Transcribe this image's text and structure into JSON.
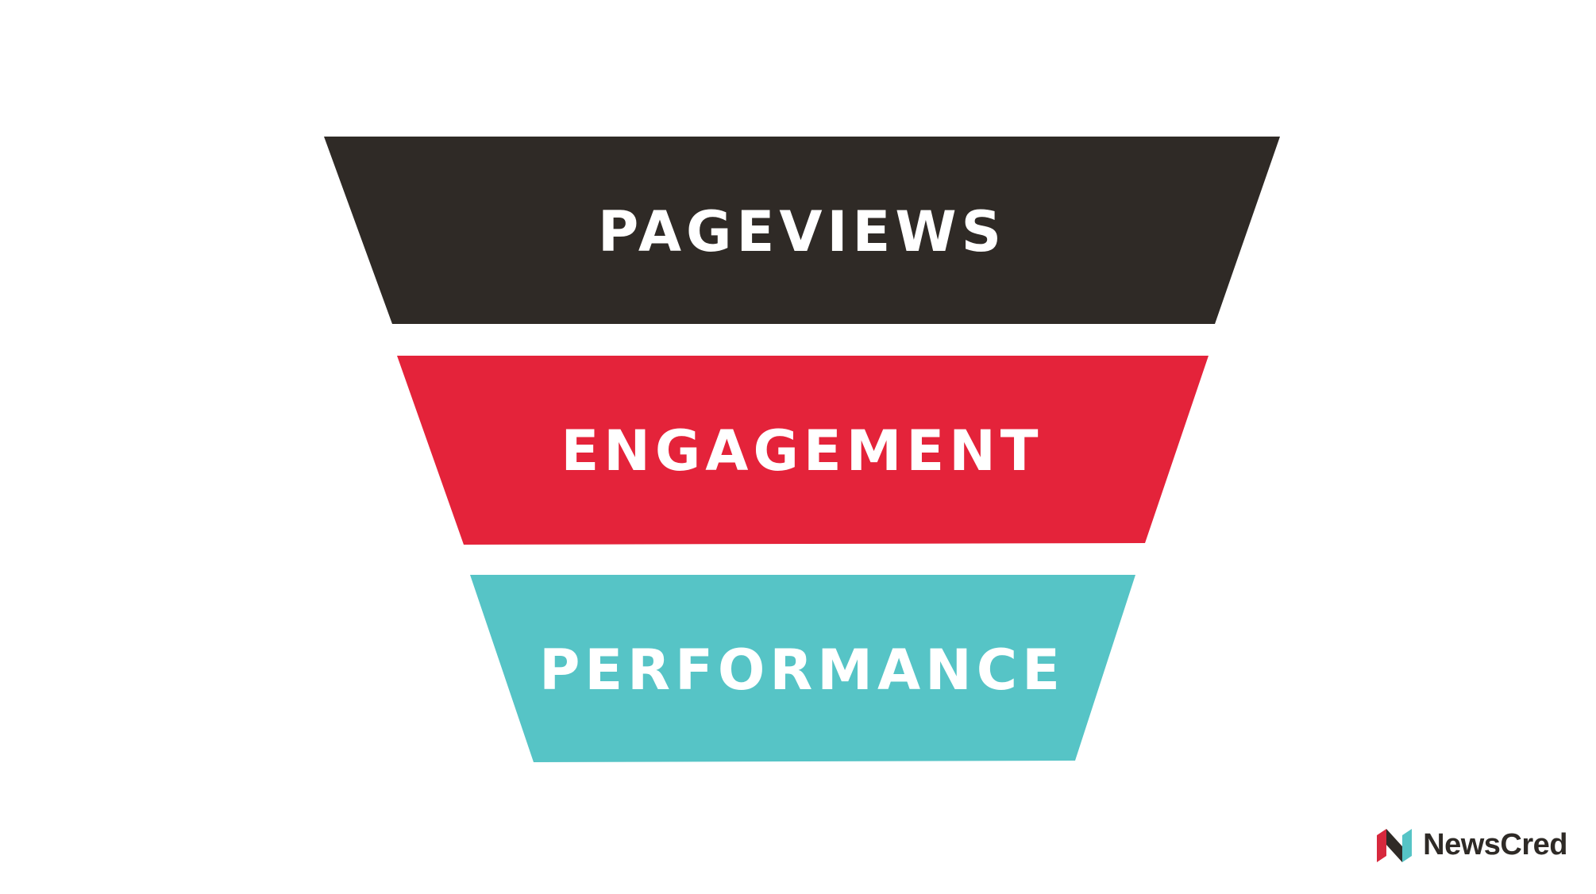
{
  "funnel": {
    "stages": [
      {
        "label": "PAGEVIEWS",
        "color": "#2f2a26",
        "text_color": "#ffffff"
      },
      {
        "label": "ENGAGEMENT",
        "color": "#e4233a",
        "text_color": "#ffffff"
      },
      {
        "label": "PERFORMANCE",
        "color": "#56c4c6",
        "text_color": "#ffffff"
      }
    ]
  },
  "brand": {
    "name": "NewsCred",
    "logo_icon": "newscred-logo-icon",
    "colors": {
      "red": "#d7283d",
      "dark": "#2f2a26",
      "teal": "#56c4c6"
    }
  }
}
